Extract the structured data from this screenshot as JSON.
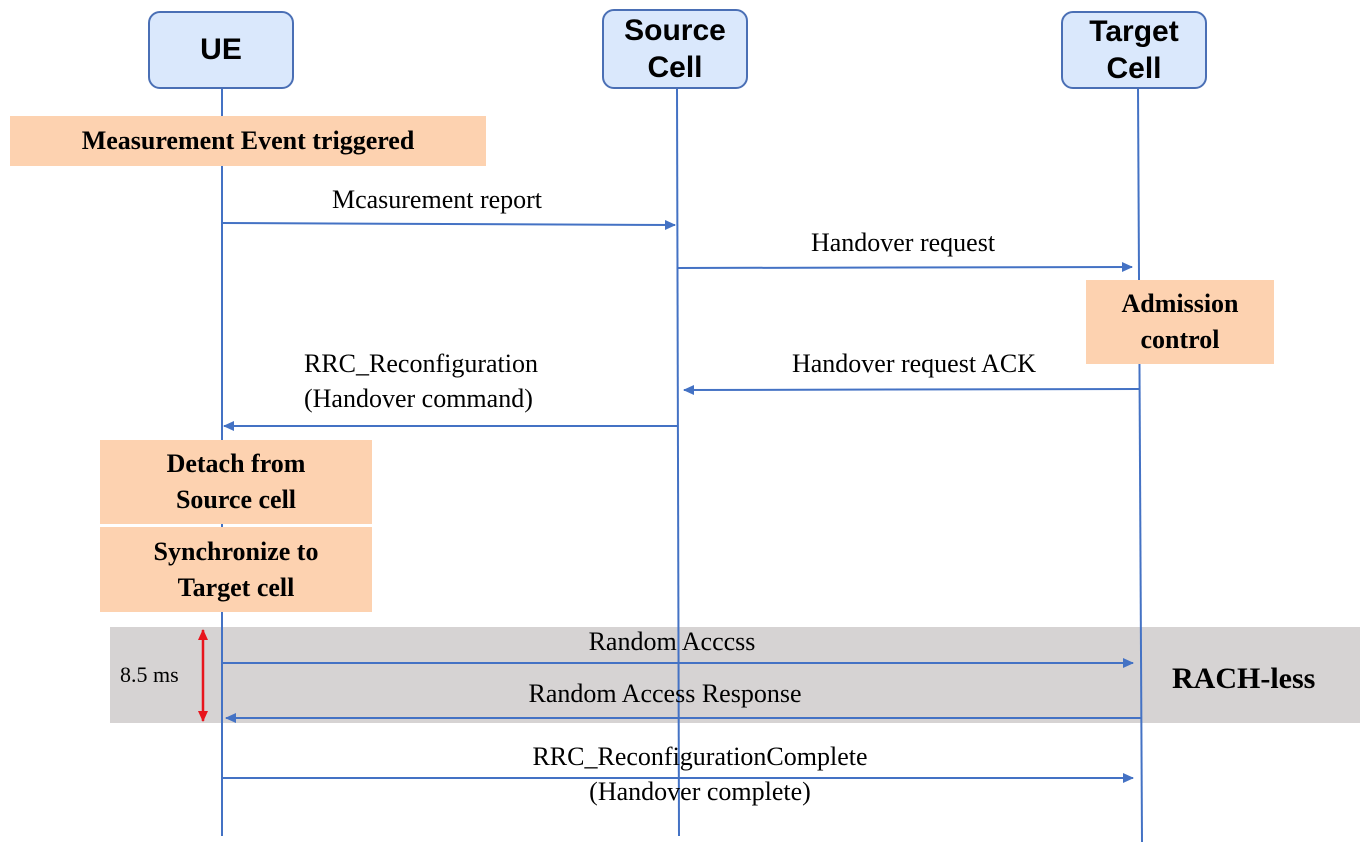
{
  "actors": {
    "ue": "UE",
    "source_line1": "Source",
    "source_line2": "Cell",
    "target_line1": "Target",
    "target_line2": "Cell"
  },
  "notes": {
    "measurement_event": "Measurement Event triggered",
    "admission_line1": "Admission",
    "admission_line2": "control",
    "detach_line1": "Detach from",
    "detach_line2": "Source cell",
    "sync_line1": "Synchronize to",
    "sync_line2": "Target cell"
  },
  "messages": {
    "measurement_report": "Mcasurement report",
    "handover_request": "Handover request",
    "handover_request_ack": "Handover request ACK",
    "rrc_reconfig_line1": "RRC_Reconfiguration",
    "rrc_reconfig_line2": "(Handover command)",
    "random_access": "Random Acccss",
    "random_access_response": "Random Access Response",
    "rrc_complete_line1": "RRC_ReconfigurationComplete",
    "rrc_complete_line2": "(Handover complete)"
  },
  "rach": {
    "label": "RACH-less",
    "timing": "8.5 ms"
  },
  "colors": {
    "actor_fill": "#dae8fc",
    "actor_border": "#4a6fb5",
    "note_fill": "#fdd2b0",
    "line_blue": "#4472c4",
    "band_gray": "#d6d3d3",
    "timing_red": "#e8141c"
  }
}
